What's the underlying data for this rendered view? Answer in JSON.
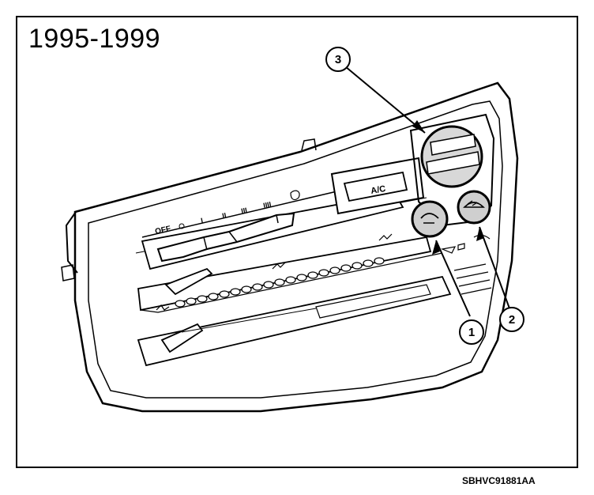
{
  "figure": {
    "year_range": "1995-1999",
    "code": "SBHVC91881AA"
  },
  "panel": {
    "fan_off_label": "OFF",
    "fan_speeds": [
      "I",
      "II",
      "III",
      "IIII"
    ],
    "ac_button_label": "A/C"
  },
  "callouts": [
    {
      "number": "1"
    },
    {
      "number": "2"
    },
    {
      "number": "3"
    }
  ]
}
